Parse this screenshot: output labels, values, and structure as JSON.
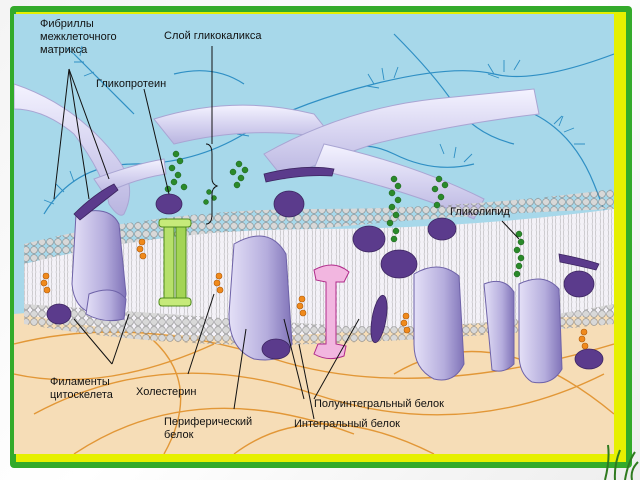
{
  "labels": {
    "fibrils": "Фибриллы\nмежклеточного\nматрикса",
    "glycocalyx": "Слой гликокаликса",
    "glycoprotein": "Гликопротеин",
    "glycolipid": "Гликолипид",
    "cytoskeleton": "Филаменты\nцитоскелета",
    "cholesterol": "Холестерин",
    "peripheral": "Периферический\nбелок",
    "semi_integral": "Полуинтегральный белок",
    "integral": "Интегральный белок"
  },
  "colors": {
    "frame_green": "#33aa2a",
    "frame_yellow": "#e6f000",
    "background_blue": "#a7d8ea",
    "fibril": "#d9d7f0",
    "protein": "#b8b1de",
    "protein_dark": "#5b3b8c",
    "lipid_head": "#d5d5d5",
    "cytoplasm": "#f6ddb7",
    "cholesterol": "#f08a1c",
    "glyco_green": "#2a8a2a"
  }
}
